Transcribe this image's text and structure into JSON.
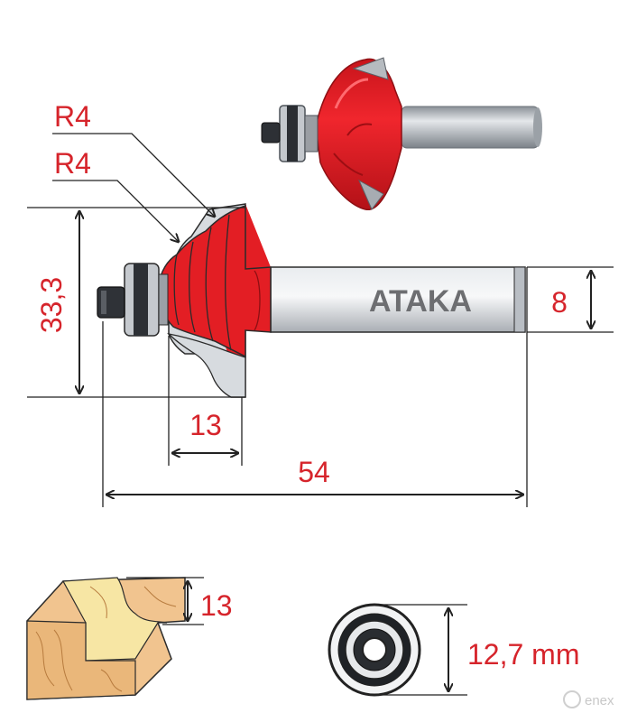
{
  "dimensions": {
    "radius_upper": "R4",
    "radius_lower": "R4",
    "height": "33,3",
    "cut_width": "13",
    "overall_length": "54",
    "shank": "8",
    "profile_depth": "13",
    "bearing": "12,7 mm"
  },
  "brand": "ATAKA",
  "watermark": "enex",
  "colors": {
    "cutter_red": "#e31e24",
    "dimension_red": "#d6242b",
    "shank_gray": "#c9cdd2",
    "wood": "#f1c48f"
  }
}
